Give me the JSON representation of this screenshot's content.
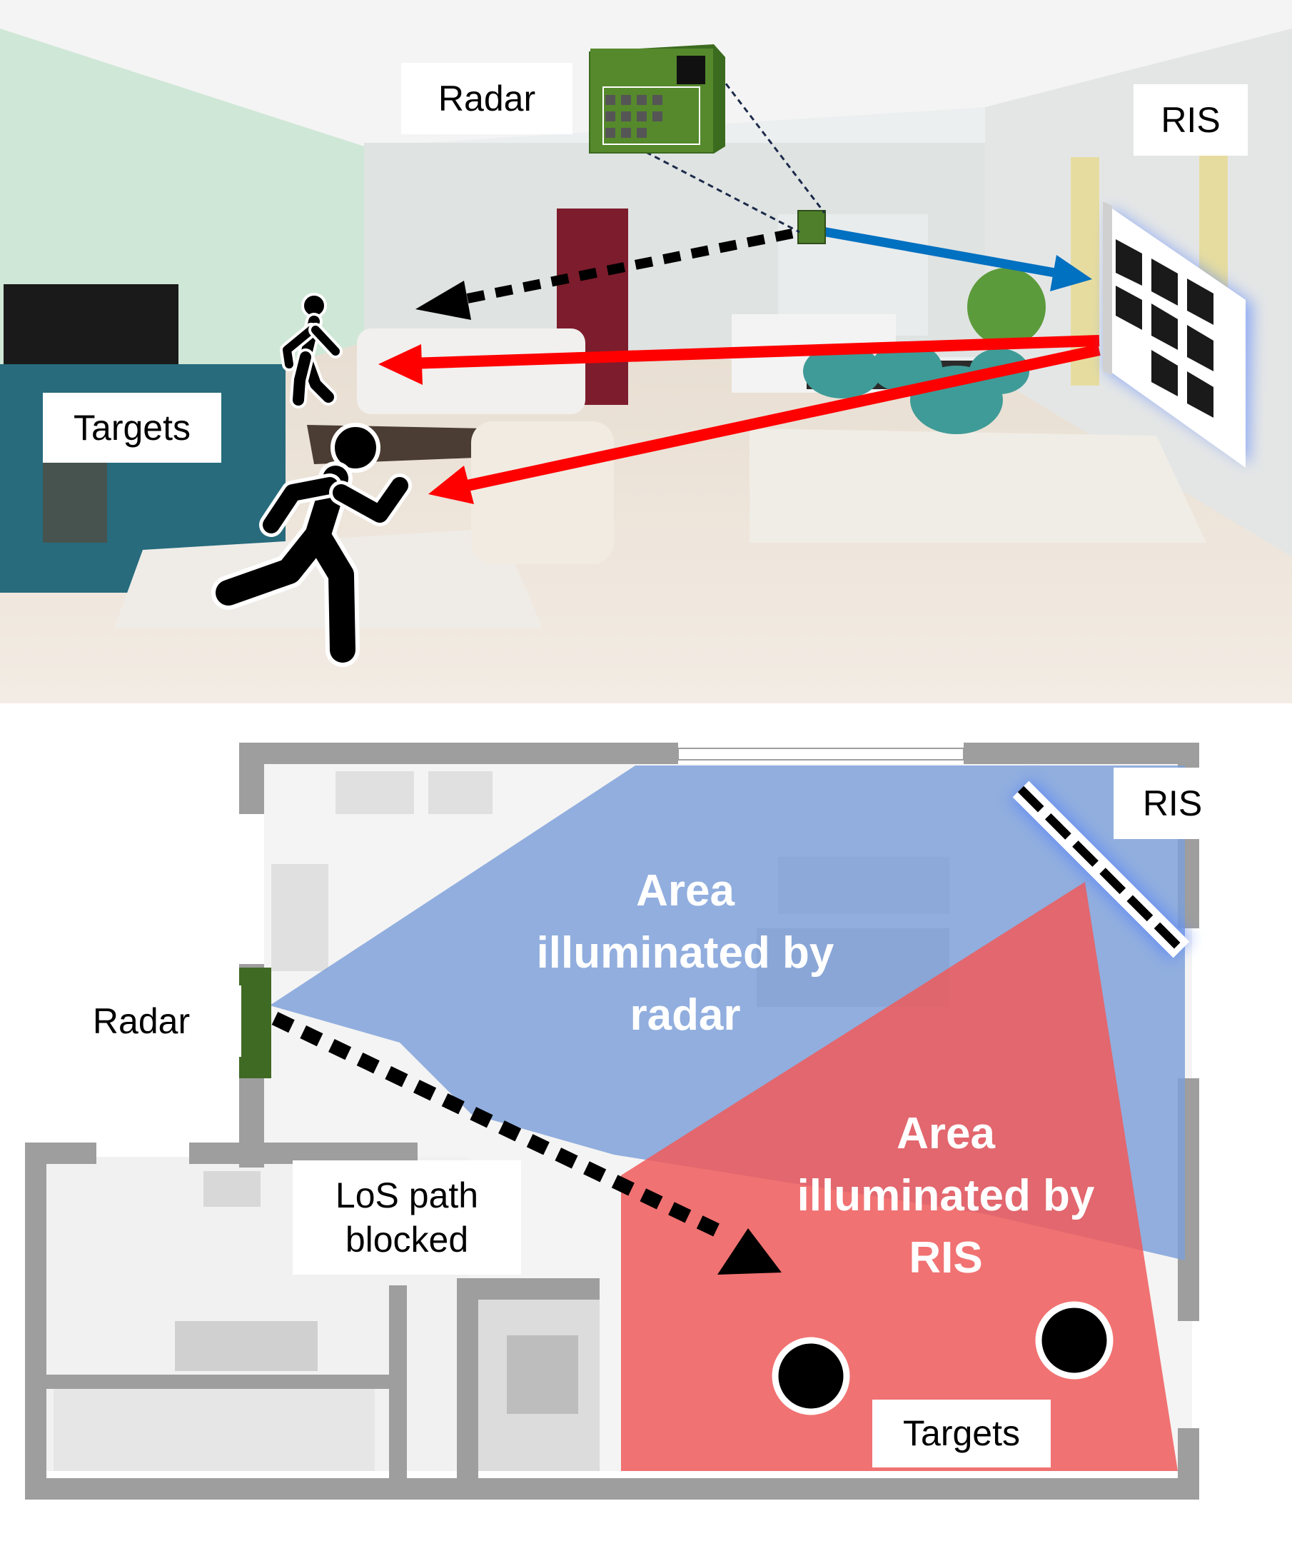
{
  "scene_top": {
    "radar_label": "Radar",
    "ris_label": "RIS",
    "targets_label": "Targets"
  },
  "floorplan": {
    "radar_label": "Radar",
    "ris_label": "RIS",
    "los_label": "LoS path blocked",
    "area_radar": "Area illuminated by radar",
    "area_ris": "Area illuminated by RIS",
    "targets_label": "Targets"
  },
  "colors": {
    "radar_beam": "#0070c0",
    "ris_beam": "#ff0000",
    "radar_area": "#7b9fd9",
    "ris_area": "#f05a5a",
    "radar_device": "#4f7f2a",
    "ris_glow": "#4b7bff"
  },
  "icons": [
    "radar-device-icon",
    "ris-panel-icon",
    "walking-person-icon",
    "running-person-icon",
    "target-dot-icon"
  ]
}
